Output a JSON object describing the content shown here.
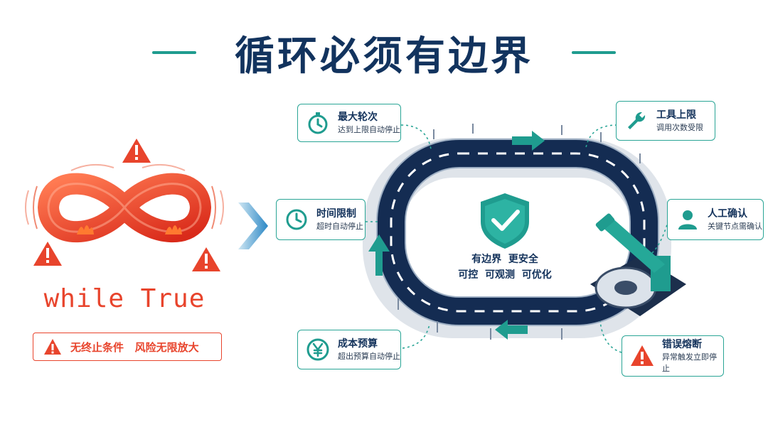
{
  "title": "循环必须有边界",
  "left": {
    "code": "while True",
    "warning": "无终止条件   风险无限放大"
  },
  "center": {
    "line1": "有边界  更安全",
    "line2": "可控  可观测  可优化"
  },
  "cards": {
    "max_rounds": {
      "title": "最大轮次",
      "subtitle": "达到上限自动停止"
    },
    "time_limit": {
      "title": "时间限制",
      "subtitle": "超时自动停止"
    },
    "cost_budget": {
      "title": "成本预算",
      "subtitle": "超出预算自动停止"
    },
    "tool_limit": {
      "title": "工具上限",
      "subtitle": "调用次数受限"
    },
    "human_confirm": {
      "title": "人工确认",
      "subtitle": "关键节点需确认"
    },
    "circuit_breaker": {
      "title": "错误熔断",
      "subtitle": "异常触发立即停止"
    }
  },
  "colors": {
    "navy": "#13325b",
    "teal": "#2aa596",
    "red": "#e8442c"
  },
  "icons": [
    "warning-icon",
    "infinity-icon",
    "shield-check-icon",
    "stopwatch-icon",
    "clock-icon",
    "yen-coin-icon",
    "wrench-icon",
    "person-icon",
    "warning-triangle-icon",
    "barrier-arm-icon",
    "arrow-icon"
  ]
}
